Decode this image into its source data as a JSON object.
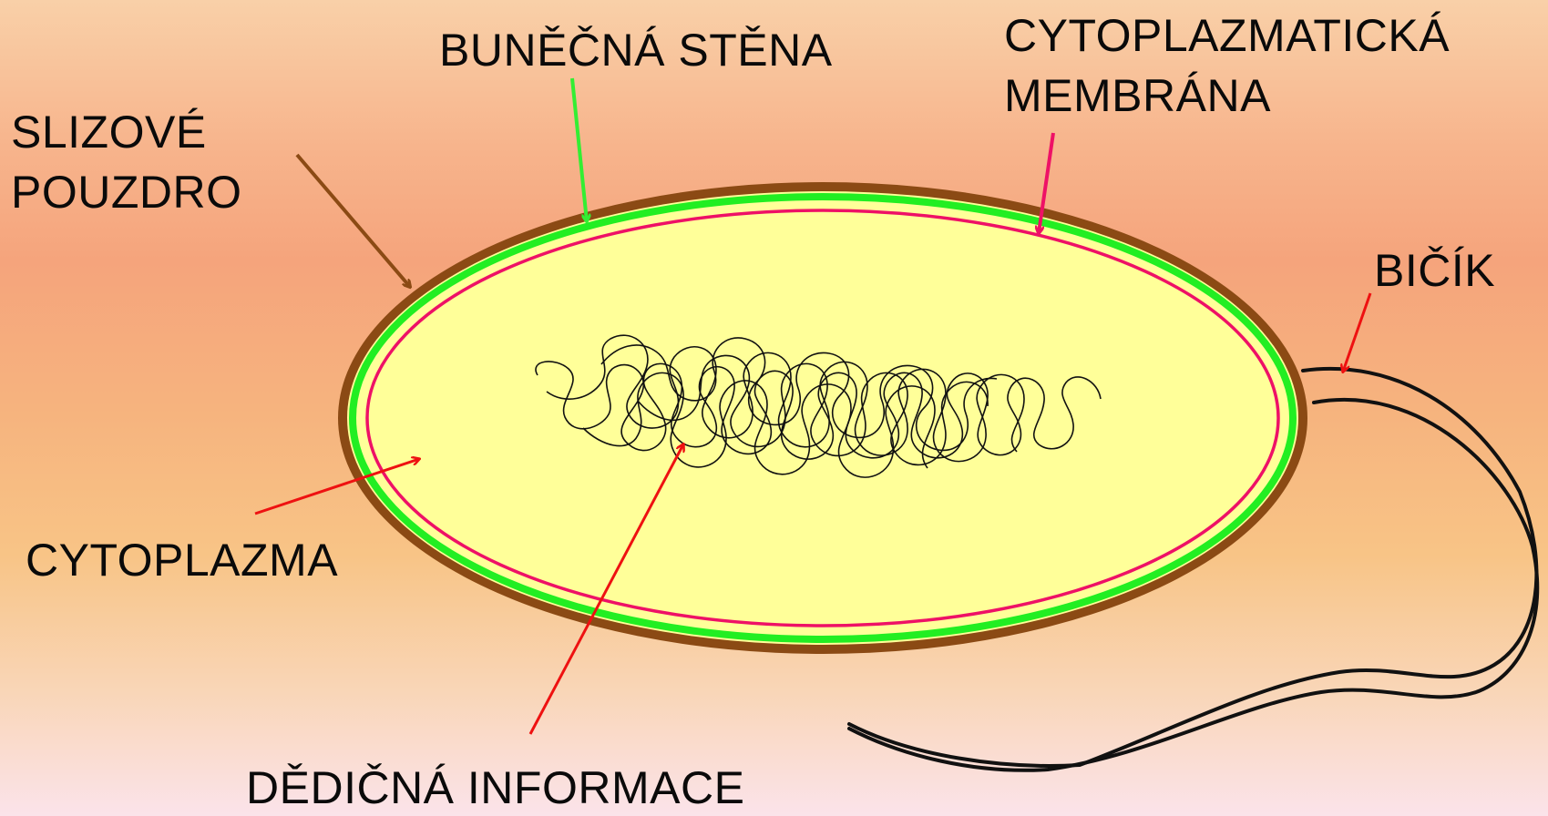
{
  "labels": {
    "capsule": {
      "line1": "SLIZOVÉ",
      "line2": "POUZDRO"
    },
    "cell_wall": "BUNĚČNÁ STĚNA",
    "membrane": {
      "line1": "CYTOPLAZMATICKÁ",
      "line2": "MEMBRÁNA"
    },
    "flagellum": "BIČÍK",
    "cytoplasm": "CYTOPLAZMA",
    "dna": "DĚDIČNÁ INFORMACE"
  },
  "colors": {
    "capsule": "#8b4a14",
    "cell_wall": "#22ee22",
    "membrane": "#ee1166",
    "cytoplasm": "#ffff99",
    "capsule_arrow": "#8b4a14",
    "wall_arrow": "#33ee33",
    "membrane_arrow": "#ee1166",
    "pointer_arrow": "#ee1111",
    "dna": "#111111",
    "flagellum": "#111111"
  }
}
